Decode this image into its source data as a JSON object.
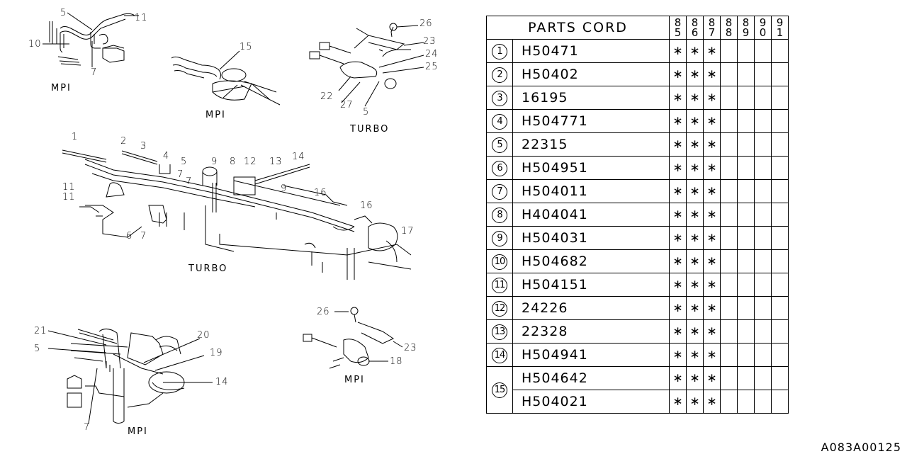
{
  "diagram": {
    "views": [
      {
        "caption": "MPI",
        "callouts": [
          "5",
          "11",
          "10",
          "7"
        ]
      },
      {
        "caption": "MPI",
        "callouts": [
          "15"
        ]
      },
      {
        "caption": "TURBO",
        "callouts": [
          "26",
          "23",
          "24",
          "25",
          "22",
          "27",
          "5"
        ]
      },
      {
        "caption": "TURBO",
        "callouts": [
          "1",
          "2",
          "3",
          "4",
          "5",
          "7",
          "9",
          "8",
          "12",
          "13",
          "14",
          "11",
          "11",
          "7",
          "9",
          "16",
          "16",
          "17",
          "6",
          "7"
        ]
      },
      {
        "caption": "MPI",
        "callouts": [
          "21",
          "5",
          "20",
          "19",
          "14",
          "7"
        ]
      },
      {
        "caption": "MPI",
        "callouts": [
          "26",
          "23",
          "18"
        ]
      }
    ]
  },
  "table": {
    "header": "PARTS CORD",
    "years": [
      [
        "8",
        "5"
      ],
      [
        "8",
        "6"
      ],
      [
        "8",
        "7"
      ],
      [
        "8",
        "8"
      ],
      [
        "8",
        "9"
      ],
      [
        "9",
        "0"
      ],
      [
        "9",
        "1"
      ]
    ],
    "rows": [
      {
        "num": "1",
        "codes": [
          "H50471"
        ],
        "marks": [
          [
            "*",
            "*",
            "*",
            "",
            "",
            "",
            ""
          ]
        ]
      },
      {
        "num": "2",
        "codes": [
          "H50402"
        ],
        "marks": [
          [
            "*",
            "*",
            "*",
            "",
            "",
            "",
            ""
          ]
        ]
      },
      {
        "num": "3",
        "codes": [
          "16195"
        ],
        "marks": [
          [
            "*",
            "*",
            "*",
            "",
            "",
            "",
            ""
          ]
        ]
      },
      {
        "num": "4",
        "codes": [
          "H504771"
        ],
        "marks": [
          [
            "*",
            "*",
            "*",
            "",
            "",
            "",
            ""
          ]
        ]
      },
      {
        "num": "5",
        "codes": [
          "22315"
        ],
        "marks": [
          [
            "*",
            "*",
            "*",
            "",
            "",
            "",
            ""
          ]
        ]
      },
      {
        "num": "6",
        "codes": [
          "H504951"
        ],
        "marks": [
          [
            "*",
            "*",
            "*",
            "",
            "",
            "",
            ""
          ]
        ]
      },
      {
        "num": "7",
        "codes": [
          "H504011"
        ],
        "marks": [
          [
            "*",
            "*",
            "*",
            "",
            "",
            "",
            ""
          ]
        ]
      },
      {
        "num": "8",
        "codes": [
          "H404041"
        ],
        "marks": [
          [
            "*",
            "*",
            "*",
            "",
            "",
            "",
            ""
          ]
        ]
      },
      {
        "num": "9",
        "codes": [
          "H504031"
        ],
        "marks": [
          [
            "*",
            "*",
            "*",
            "",
            "",
            "",
            ""
          ]
        ]
      },
      {
        "num": "10",
        "codes": [
          "H504682"
        ],
        "marks": [
          [
            "*",
            "*",
            "*",
            "",
            "",
            "",
            ""
          ]
        ]
      },
      {
        "num": "11",
        "codes": [
          "H504151"
        ],
        "marks": [
          [
            "*",
            "*",
            "*",
            "",
            "",
            "",
            ""
          ]
        ]
      },
      {
        "num": "12",
        "codes": [
          "24226"
        ],
        "marks": [
          [
            "*",
            "*",
            "*",
            "",
            "",
            "",
            ""
          ]
        ]
      },
      {
        "num": "13",
        "codes": [
          "22328"
        ],
        "marks": [
          [
            "*",
            "*",
            "*",
            "",
            "",
            "",
            ""
          ]
        ]
      },
      {
        "num": "14",
        "codes": [
          "H504941"
        ],
        "marks": [
          [
            "*",
            "*",
            "*",
            "",
            "",
            "",
            ""
          ]
        ]
      },
      {
        "num": "15",
        "codes": [
          "H504642",
          "H504021"
        ],
        "marks": [
          [
            "*",
            "*",
            "*",
            "",
            "",
            "",
            ""
          ],
          [
            "*",
            "*",
            "*",
            "",
            "",
            "",
            ""
          ]
        ]
      }
    ]
  },
  "doc_id": "A083A00125"
}
